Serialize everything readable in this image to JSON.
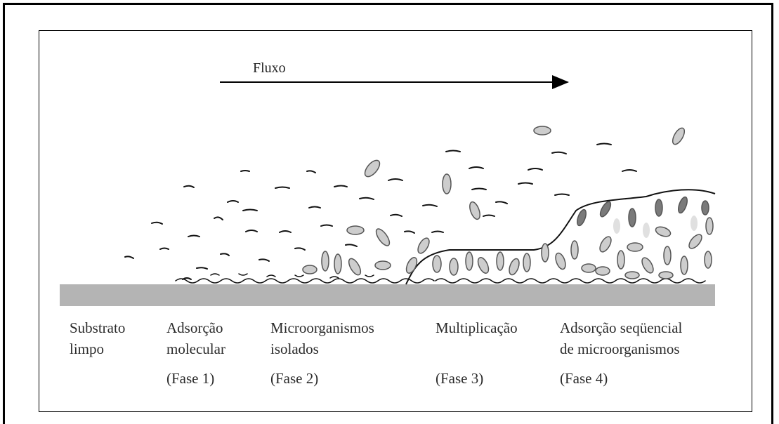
{
  "flow_label": "Fluxo",
  "stages": [
    {
      "title_line1": "Substrato",
      "title_line2": "limpo",
      "phase": ""
    },
    {
      "title_line1": "Adsorção",
      "title_line2": "molecular",
      "phase": "(Fase 1)"
    },
    {
      "title_line1": "Microorganismos",
      "title_line2": "isolados",
      "phase": "(Fase 2)"
    },
    {
      "title_line1": "Multiplicação",
      "title_line2": "",
      "phase": "(Fase 3)"
    },
    {
      "title_line1": "Adsorção seqüencial",
      "title_line2": "de microorganismos",
      "phase": "(Fase 4)"
    }
  ],
  "colors": {
    "substrate": "#b4b4b4",
    "cell_light": "#cdcdcd",
    "cell_dark": "#7a7a7a",
    "cell_outline": "#555555",
    "line": "#111111"
  }
}
